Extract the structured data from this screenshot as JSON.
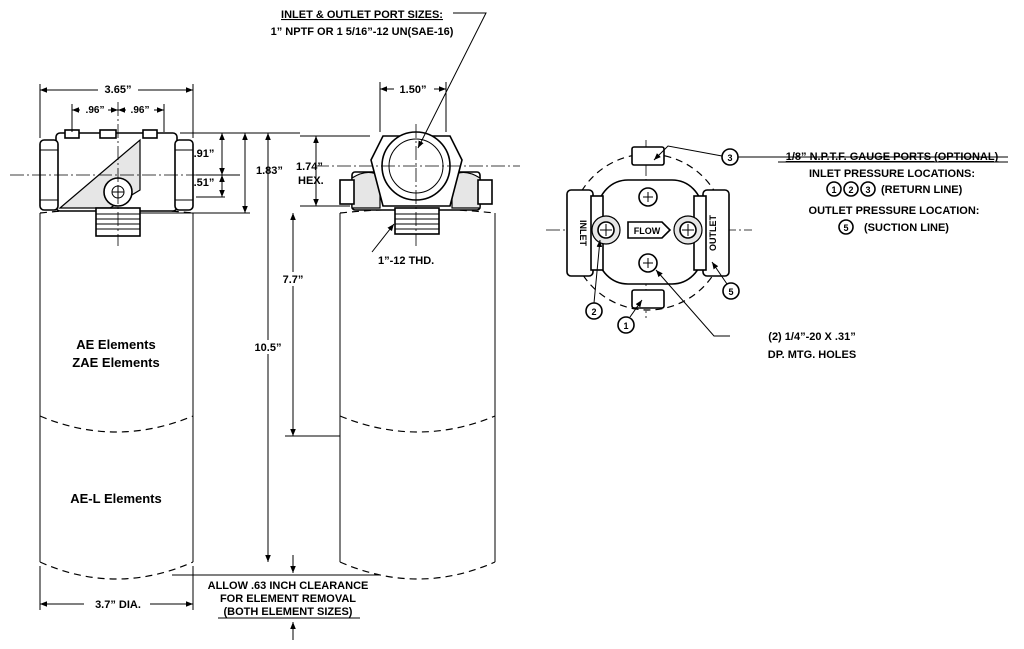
{
  "port_sizes": {
    "title": "INLET & OUTLET PORT SIZES:",
    "value": "1” NPTF OR 1 5/16”-12 UN(SAE-16)"
  },
  "dimensions": {
    "width_365": "3.65”",
    "left_96": ".96”",
    "right_96": ".96”",
    "d_91": ".91”",
    "d_51": ".51”",
    "d_183": "1.83”",
    "d_174": "1.74”",
    "hex": "HEX.",
    "d_150": "1.50”",
    "d_77": "7.7”",
    "d_105": "10.5”",
    "dia": "3.7” DIA."
  },
  "thread_label": "1”-12 THD.",
  "elements": {
    "line1": "AE Elements",
    "line2": "ZAE Elements",
    "line3": "AE-L Elements"
  },
  "clearance": {
    "line1": "ALLOW .63 INCH CLEARANCE",
    "line2": "FOR ELEMENT REMOVAL",
    "line3": "(BOTH ELEMENT SIZES)"
  },
  "gauge_ports": {
    "marker": "3",
    "label": "1/8” N.P.T.F. GAUGE PORTS (OPTIONAL)"
  },
  "inlet_pressure": {
    "title": "INLET PRESSURE LOCATIONS:",
    "markers": [
      "1",
      "2",
      "3"
    ],
    "label": "(RETURN LINE)"
  },
  "outlet_pressure": {
    "title": "OUTLET PRESSURE LOCATION:",
    "marker": "5",
    "label": "(SUCTION LINE)"
  },
  "top_view": {
    "inlet": "INLET",
    "outlet": "OUTLET",
    "flow": "FLOW",
    "markers": [
      "1",
      "2",
      "5"
    ]
  },
  "mounting": {
    "line1": "(2) 1/4”-20 X .31”",
    "line2": "DP. MTG. HOLES"
  }
}
